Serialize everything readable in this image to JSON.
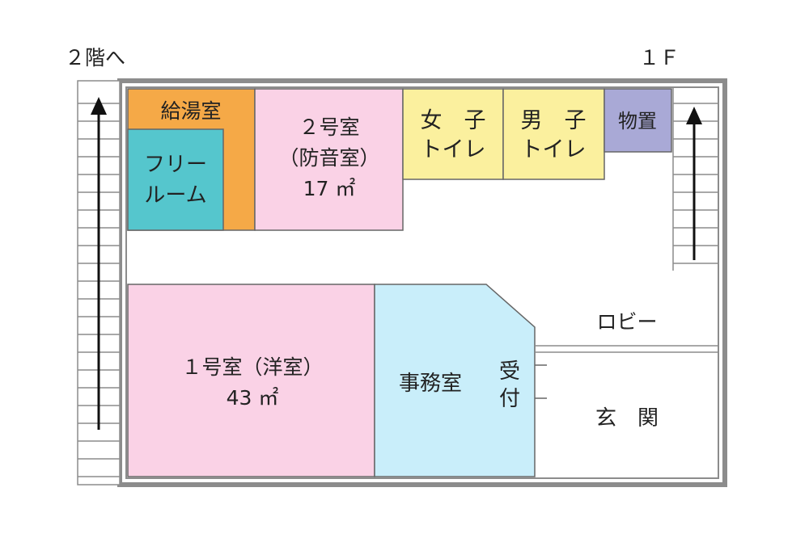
{
  "labels": {
    "to_2f": "２階へ",
    "floor": "１Ｆ",
    "kyuto": "給湯室",
    "free_room_1": "フリー",
    "free_room_2": "ルーム",
    "room2_1": "２号室",
    "room2_2": "（防音室）",
    "room2_3": "17 ㎡",
    "women_1": "女　子",
    "women_2": "トイレ",
    "men_1": "男　子",
    "men_2": "トイレ",
    "storage": "物置",
    "lobby": "ロビー",
    "room1_1": "１号室（洋室）",
    "room1_2": "43 ㎡",
    "office": "事務室",
    "reception_1": "受",
    "reception_2": "付",
    "entrance": "玄　関"
  },
  "colors": {
    "wall": "#8c8c8c",
    "kyuto": "#f5a947",
    "free_room": "#55c6cd",
    "room2": "#fad2e6",
    "toilet": "#fbf09e",
    "storage": "#a9a9d6",
    "room1": "#fad2e6",
    "office": "#c9eefa"
  }
}
